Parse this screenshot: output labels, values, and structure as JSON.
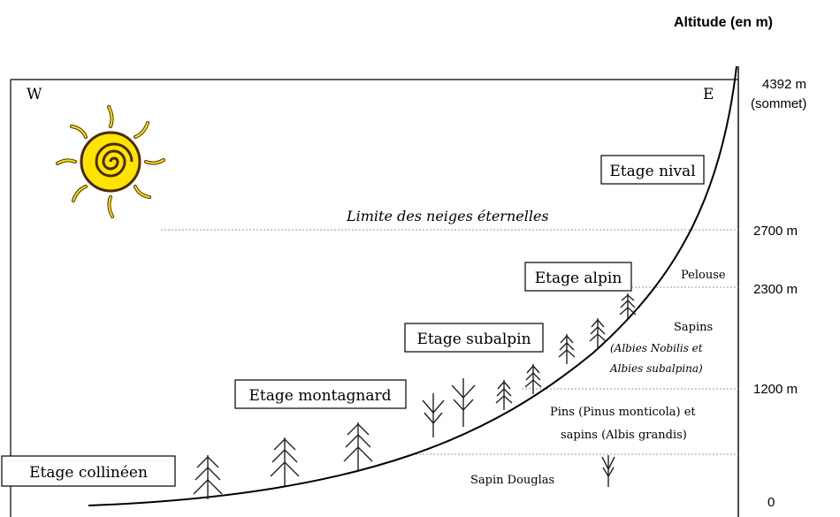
{
  "axis": {
    "title": "Altitude (en m)",
    "ticks": [
      {
        "label": "4392 m",
        "sub": "(sommet)"
      },
      {
        "label": "2700 m"
      },
      {
        "label": "2300 m"
      },
      {
        "label": "1200 m"
      },
      {
        "label": "0"
      }
    ]
  },
  "frame": {
    "west": "W",
    "east": "E"
  },
  "snow_line": "Limite des neiges éternelles",
  "stages": {
    "nival": "Etage nival",
    "alpin": "Etage alpin",
    "subalpin": "Etage subalpin",
    "montagnard": "Etage montagnard",
    "collineen": "Etage collinéen"
  },
  "vegetation": {
    "pelouse": "Pelouse",
    "sapins_title": "Sapins",
    "sapins_line1": "(Albies Nobilis et",
    "sapins_line2": "Albies subalpina)",
    "pins_line1": "Pins (Pinus monticola) et",
    "pins_line2": "sapins (Albis grandis)",
    "douglas": "Sapin Douglas"
  },
  "colors": {
    "sun_fill": "#ffe400",
    "sun_stroke": "#4a2c00",
    "dotted_line": "#999999",
    "frame": "#000000"
  }
}
